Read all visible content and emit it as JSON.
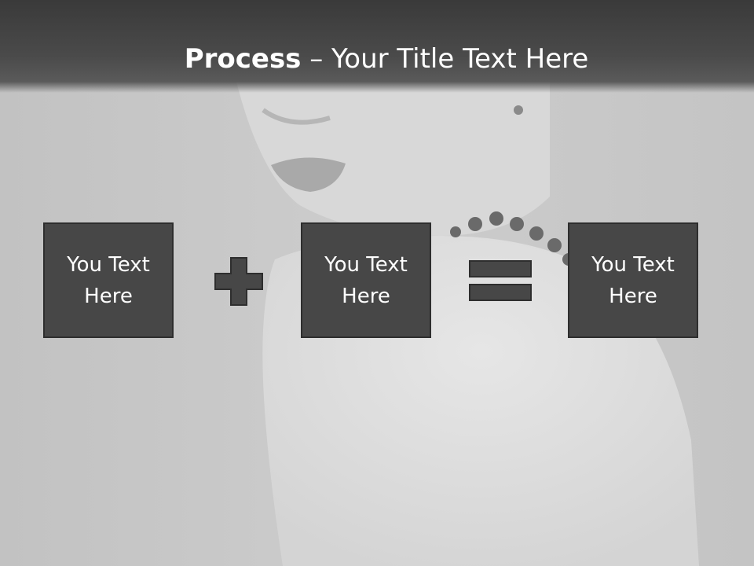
{
  "slide": {
    "title_bold": "Process",
    "title_rest": " – Your Title Text Here",
    "steps": [
      {
        "text": "You Text Here"
      },
      {
        "text": "You Text Here"
      },
      {
        "text": "You Text Here"
      }
    ],
    "operators": [
      "plus-icon",
      "equals-icon"
    ],
    "colors": {
      "box_fill": "#474747",
      "box_border": "#2e2e2e",
      "title_bar": "#3a3a3a",
      "background": "#c9c9c9"
    }
  }
}
